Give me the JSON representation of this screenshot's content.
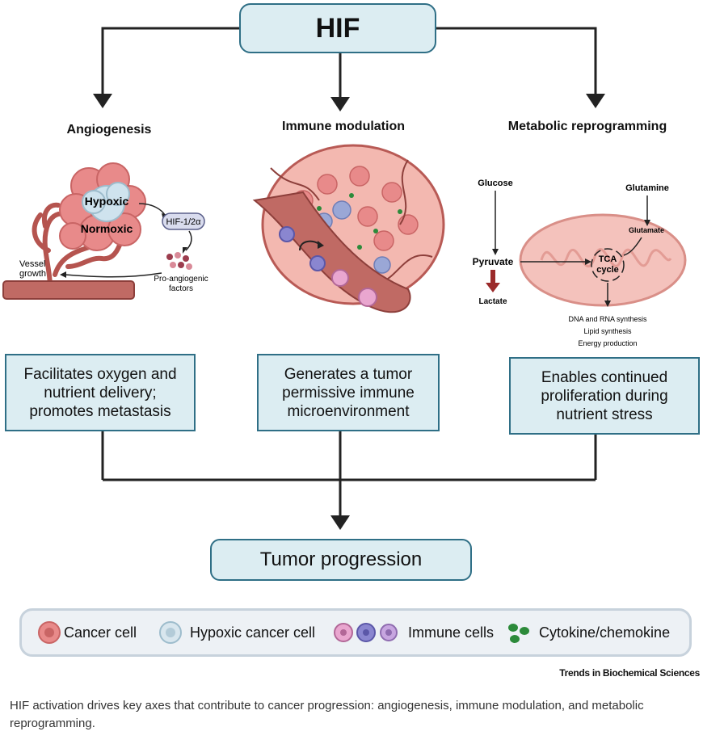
{
  "top": {
    "label": "HIF"
  },
  "branches": [
    {
      "heading": "Angiogenesis",
      "outcome": "Facilitates oxygen and nutrient delivery; promotes metastasis"
    },
    {
      "heading": "Immune modulation",
      "outcome": "Generates a tumor permissive immune microenvironment"
    },
    {
      "heading": "Metabolic reprogramming",
      "outcome": "Enables continued proliferation during nutrient stress"
    }
  ],
  "angiogenesis_panel": {
    "hypoxic": "Hypoxic",
    "normoxic": "Normoxic",
    "hif_factor": "HIF-1/2α",
    "pro_angiogenic_line1": "Pro-angiogenic",
    "pro_angiogenic_line2": "factors",
    "vessel_line1": "Vessel",
    "vessel_line2": "growth"
  },
  "metabolic_panel": {
    "glucose": "Glucose",
    "pyruvate": "Pyruvate",
    "lactate": "Lactate",
    "glutamine": "Glutamine",
    "glutamate": "Glutamate",
    "tca_line1": "TCA",
    "tca_line2": "cycle",
    "outputs": [
      "DNA and RNA synthesis",
      "Lipid synthesis",
      "Energy production"
    ]
  },
  "result": {
    "label": "Tumor progression"
  },
  "legend": [
    {
      "icon": "cancer-cell-icon",
      "label": "Cancer cell"
    },
    {
      "icon": "hypoxic-cancer-cell-icon",
      "label": "Hypoxic cancer cell"
    },
    {
      "icon": "immune-cells-icon",
      "label": "Immune cells"
    },
    {
      "icon": "cytokine-chemokine-icon",
      "label": "Cytokine/chemokine"
    }
  ],
  "credit": "Trends in Biochemical Sciences",
  "caption": "HIF activation drives key axes that contribute to cancer progression: angiogenesis, immune modulation, and metabolic reprogramming.",
  "colors": {
    "box_fill": "#dcedf2",
    "box_border": "#2f6f86",
    "cancer_cell": "#e88a8a",
    "vessel": "#b85a55",
    "lactate_arrow": "#9b2a2a"
  }
}
